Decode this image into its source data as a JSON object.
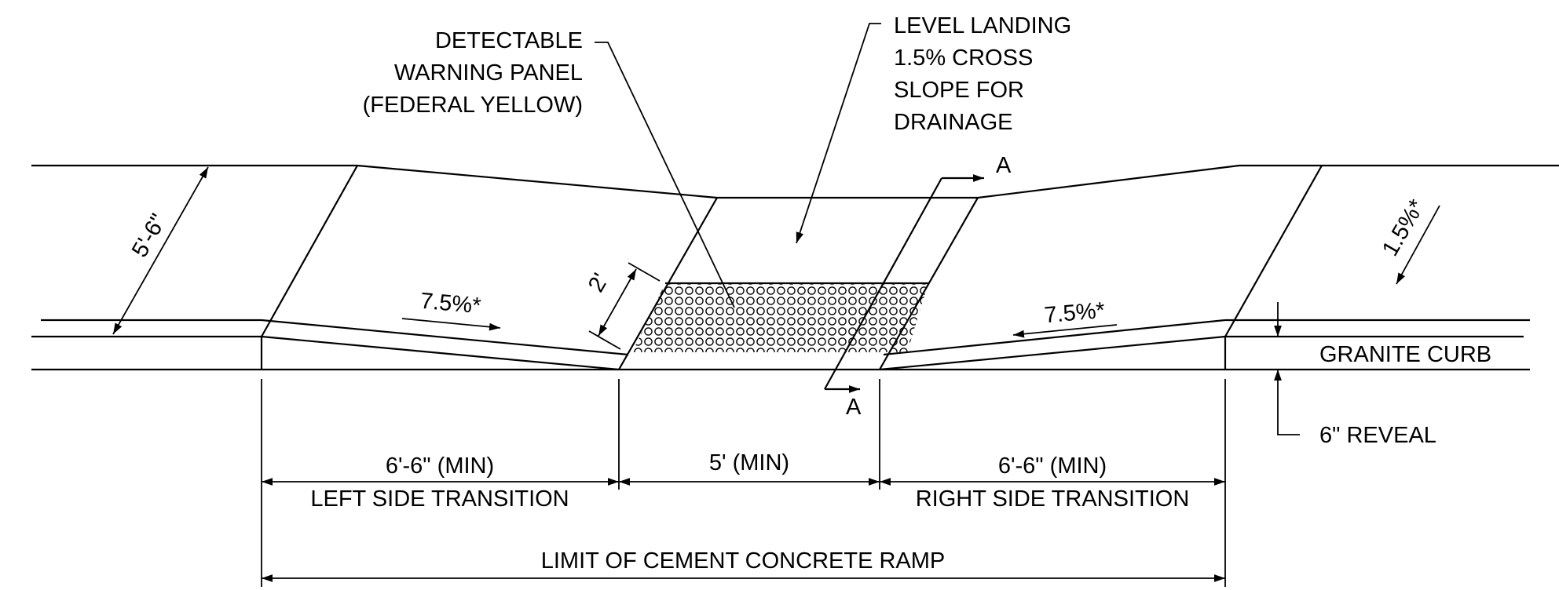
{
  "labels": {
    "detectable_warning_1": "DETECTABLE",
    "detectable_warning_2": "WARNING PANEL",
    "detectable_warning_3": "(FEDERAL YELLOW)",
    "level_landing_1": "LEVEL LANDING",
    "level_landing_2": "1.5% CROSS",
    "level_landing_3": "SLOPE FOR",
    "level_landing_4": "DRAINAGE",
    "section_mark_top": "A",
    "section_mark_bottom": "A",
    "width_dim": "5'-6\"",
    "panel_depth_dim": "2'",
    "cross_slope": "1.5%*",
    "left_slope": "7.5%*",
    "right_slope": "7.5%*",
    "granite_curb": "GRANITE CURB",
    "reveal": "6\" REVEAL",
    "left_transition_dim": "6'-6\" (MIN)",
    "left_transition_label": "LEFT SIDE TRANSITION",
    "landing_dim": "5' (MIN)",
    "right_transition_dim": "6'-6\" (MIN)",
    "right_transition_label": "RIGHT SIDE TRANSITION",
    "limit_label": "LIMIT OF CEMENT CONCRETE RAMP"
  },
  "colors": {
    "line": "#000000",
    "background": "#ffffff"
  }
}
